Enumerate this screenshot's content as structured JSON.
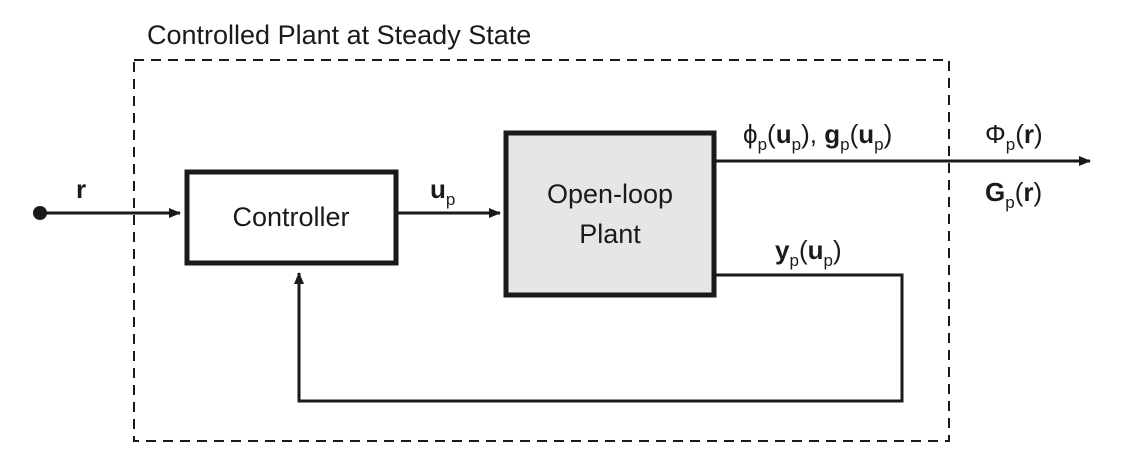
{
  "title": "Controlled Plant at Steady State",
  "blocks": {
    "controller": {
      "label": "Controller"
    },
    "plant": {
      "line1": "Open-loop",
      "line2": "Plant"
    }
  },
  "signals": {
    "reference": "r",
    "controller_output": {
      "base": "u",
      "sub": "p"
    },
    "plant_outputs": {
      "phi": {
        "sym": "ϕ",
        "sub": "p",
        "arg": "u",
        "argsub": "p"
      },
      "sep": ",",
      "g": {
        "sym": "g",
        "sub": "p",
        "arg": "u",
        "argsub": "p"
      }
    },
    "feedback": {
      "sym": "y",
      "sub": "p",
      "arg": "u",
      "argsub": "p"
    },
    "closed_loop_phi": {
      "sym": "Φ",
      "sub": "p",
      "arg": "r"
    },
    "closed_loop_g": {
      "sym": "G",
      "sub": "p",
      "arg": "r"
    }
  },
  "colors": {
    "plant_fill": "#e6e6e6",
    "stroke": "#1a1a1a",
    "background": "#ffffff"
  }
}
